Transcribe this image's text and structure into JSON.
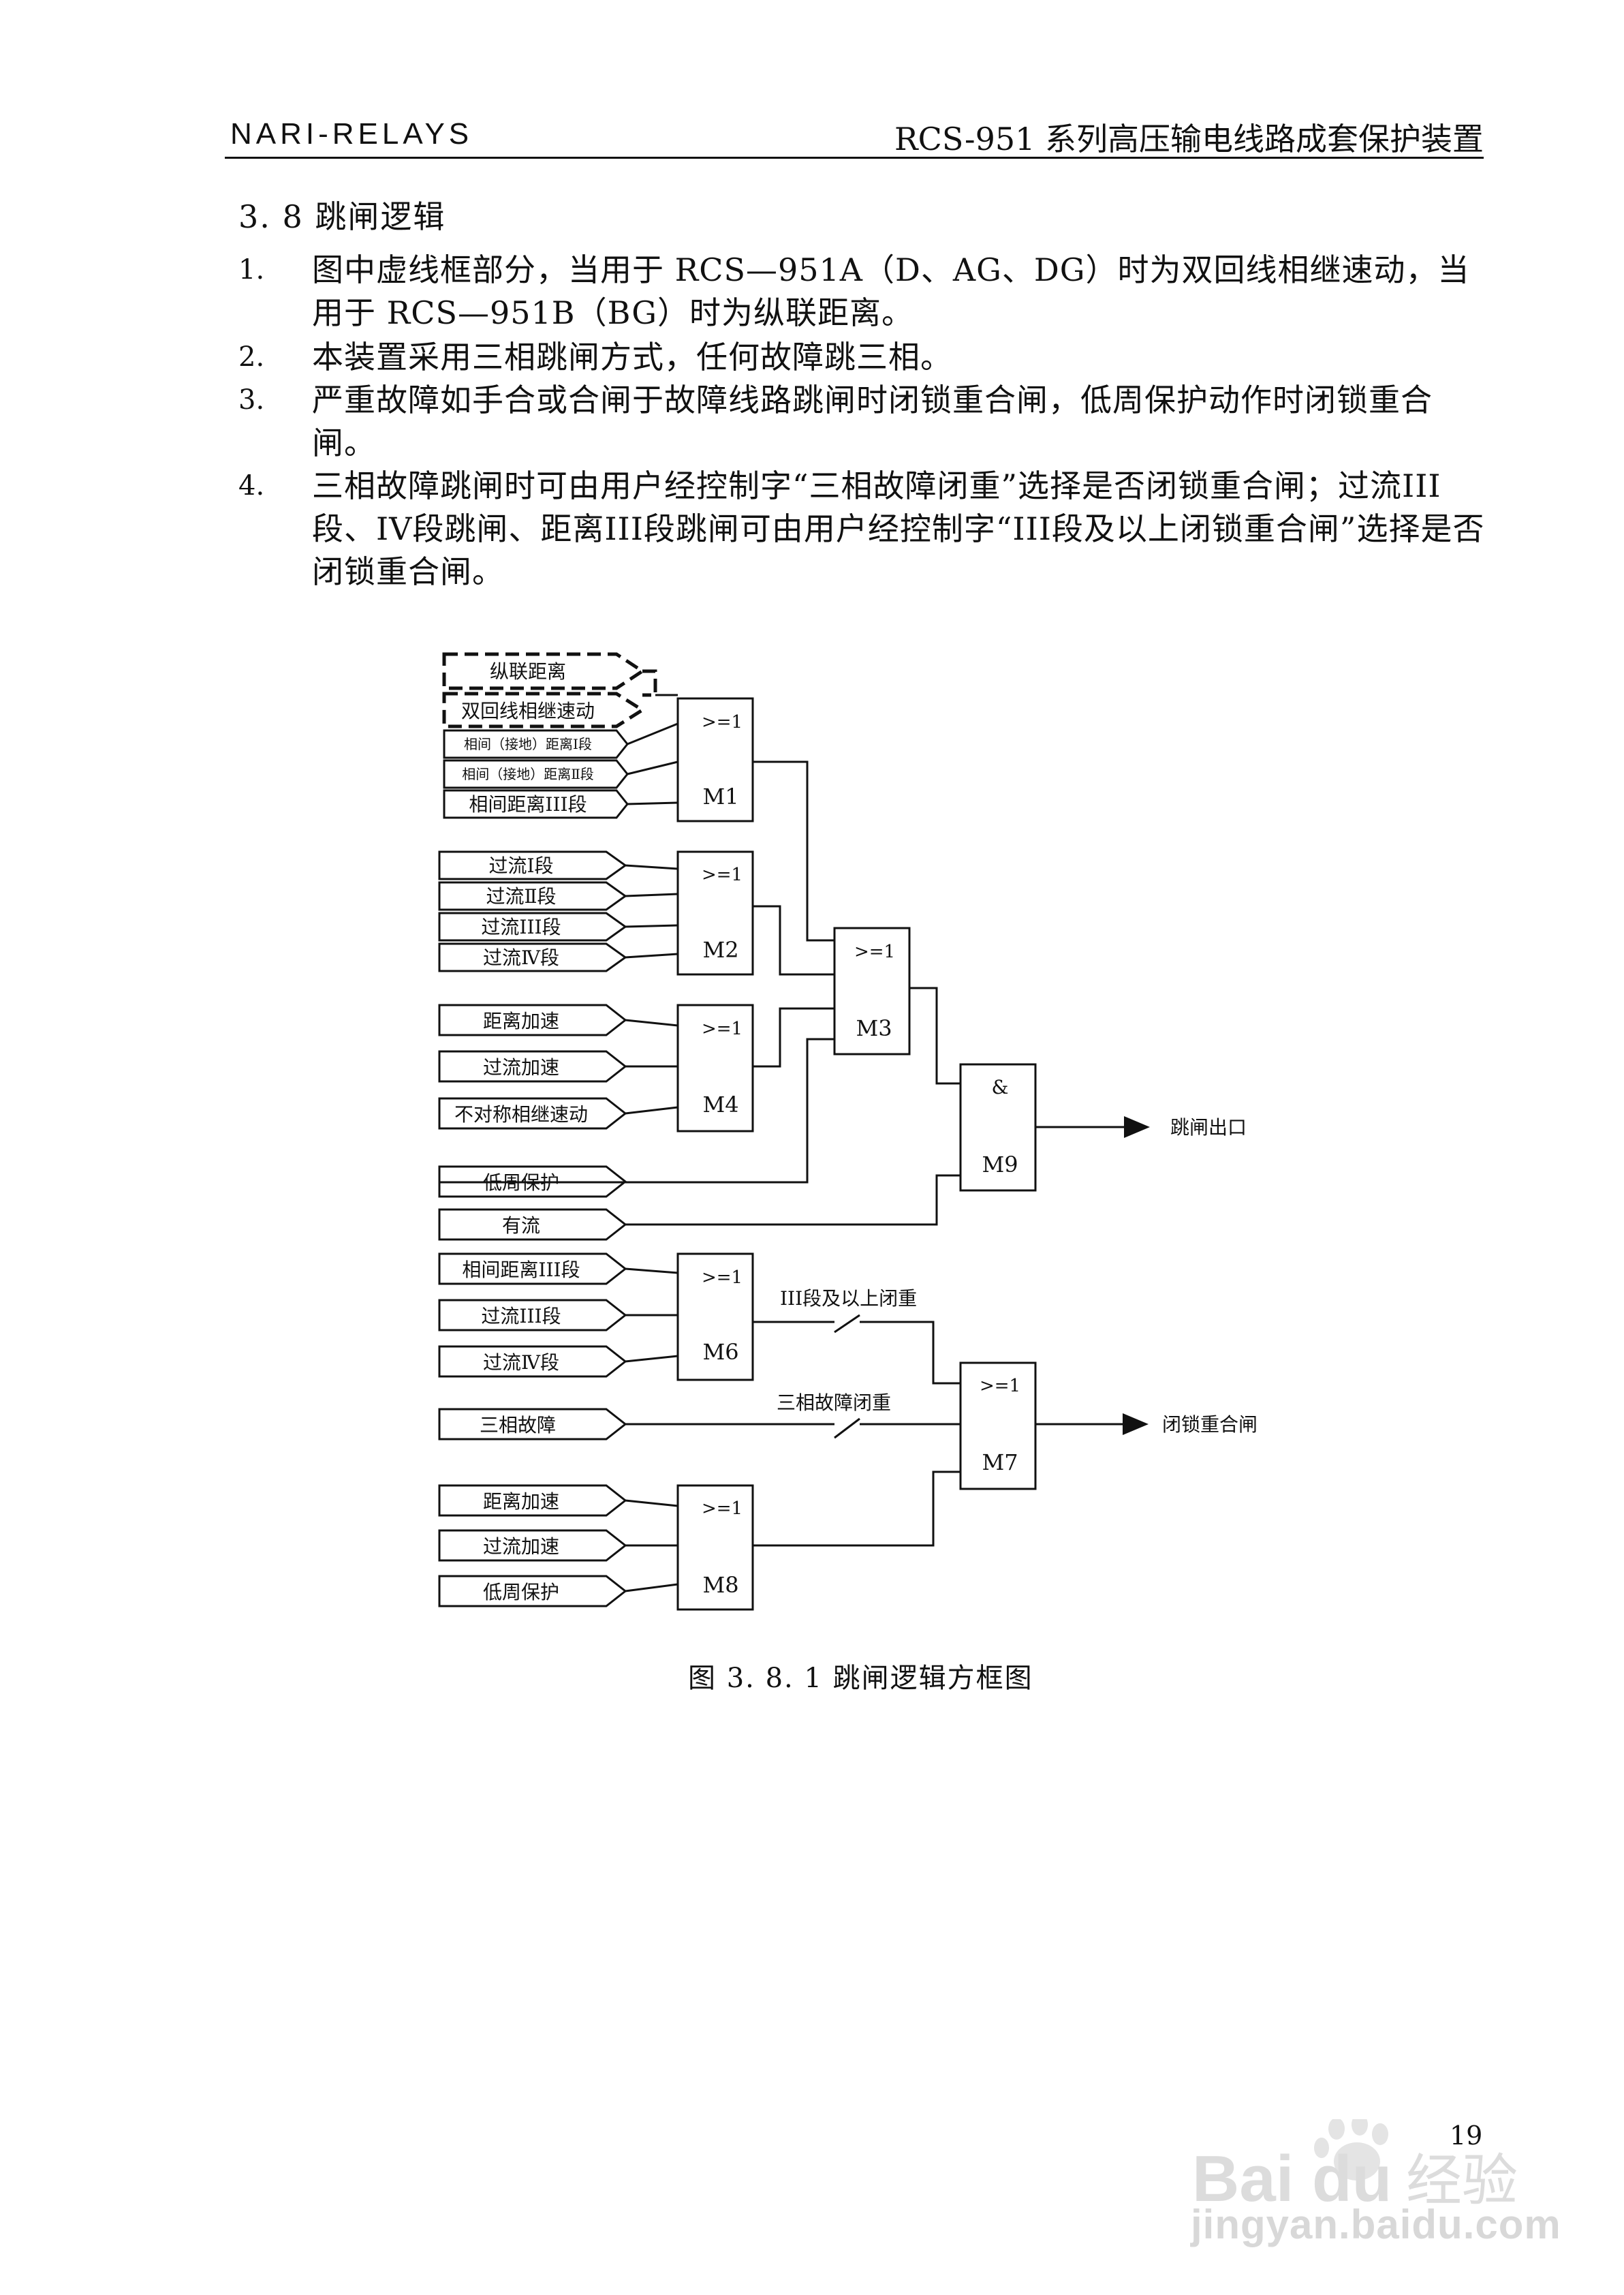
{
  "header": {
    "left": "NARI-RELAYS",
    "right": "RCS-951 系列高压输电线路成套保护装置"
  },
  "section_title": "3. 8 跳闸逻辑",
  "notes": [
    {
      "num": "1.",
      "text": "图中虚线框部分，当用于 RCS—951A（D、AG、DG）时为双回线相继速动，当用于 RCS—951B（BG）时为纵联距离。"
    },
    {
      "num": "2.",
      "text": "本装置采用三相跳闸方式，任何故障跳三相。"
    },
    {
      "num": "3.",
      "text": "严重故障如手合或合闸于故障线路跳闸时闭锁重合闸，低周保护动作时闭锁重合闸。"
    },
    {
      "num": "4.",
      "text": "三相故障跳闸时可由用户经控制字“三相故障闭重”选择是否闭锁重合闸；过流III段、IV段跳闸、距离III段跳闸可由用户经控制字“III段及以上闭锁重合闸”选择是否闭锁重合闸。"
    }
  ],
  "diagram": {
    "inputs": {
      "m1": [
        "纵联距离",
        "双回线相继速动",
        "相间（接地）距离Ⅰ段",
        "相间（接地）距离Ⅱ段",
        "相间距离III段"
      ],
      "m2": [
        "过流Ⅰ段",
        "过流Ⅱ段",
        "过流III段",
        "过流Ⅳ段"
      ],
      "m4": [
        "距离加速",
        "过流加速",
        "不对称相继速动"
      ],
      "m9_extra": [
        "低周保护",
        "有流"
      ],
      "m6": [
        "相间距离III段",
        "过流III段",
        "过流Ⅳ段"
      ],
      "m7_direct": "三相故障",
      "m8": [
        "距离加速",
        "过流加速",
        "低周保护"
      ]
    },
    "gates": {
      "m1": {
        "op": ">=1",
        "label": "M1"
      },
      "m2": {
        "op": ">=1",
        "label": "M2"
      },
      "m3": {
        "op": ">=1",
        "label": "M3"
      },
      "m4": {
        "op": ">=1",
        "label": "M4"
      },
      "m9": {
        "op": "&",
        "label": "M9"
      },
      "m6": {
        "op": ">=1",
        "label": "M6"
      },
      "m7": {
        "op": ">=1",
        "label": "M7"
      },
      "m8": {
        "op": ">=1",
        "label": "M8"
      }
    },
    "switches": {
      "s1": "III段及以上闭重",
      "s2": "三相故障闭重"
    },
    "outputs": {
      "trip": "跳闸出口",
      "block": "闭锁重合闸"
    }
  },
  "caption": "图 3. 8. 1 跳闸逻辑方框图",
  "page_number": "19",
  "watermark": {
    "text": "jingyan.baidu.com",
    "brand": "Bai",
    "brand2": "du",
    "brand_cn": "经验"
  }
}
